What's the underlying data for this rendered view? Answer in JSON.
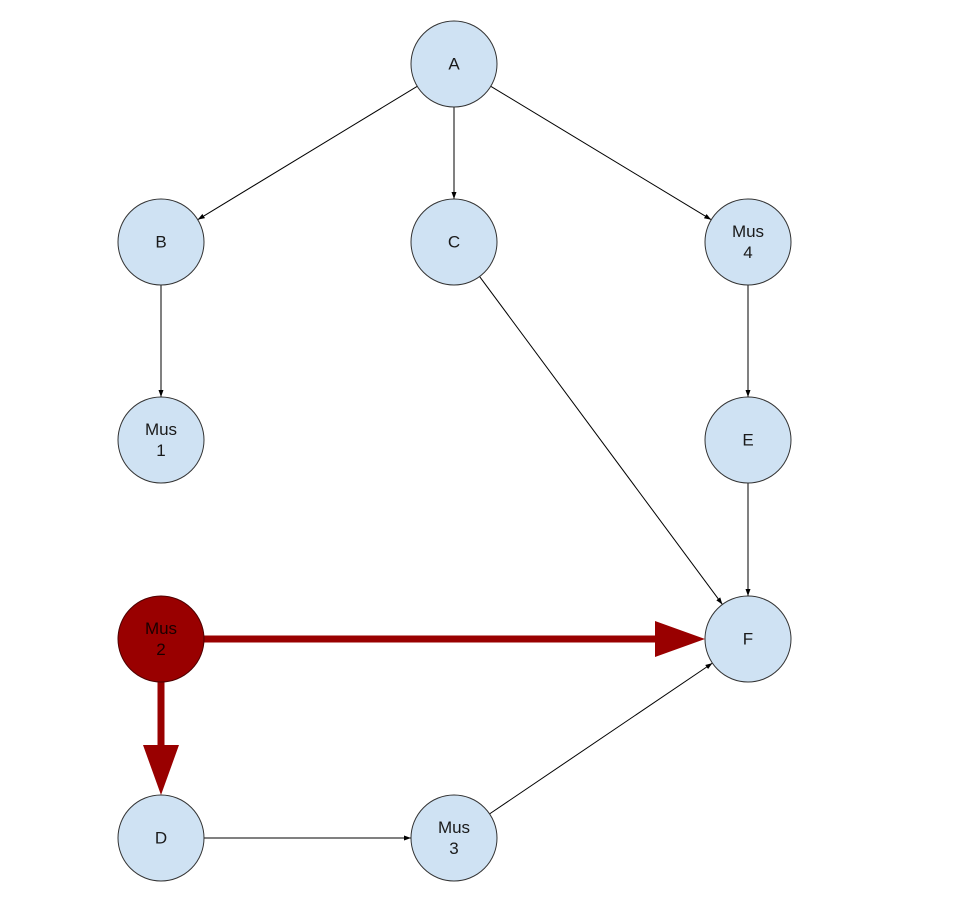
{
  "diagram": {
    "colors": {
      "node_fill": "#cfe2f3",
      "node_stroke": "#333333",
      "highlight_fill": "#990000",
      "highlight_stroke": "#4d0000",
      "edge": "#000000",
      "highlight_edge": "#990000"
    },
    "nodes": [
      {
        "id": "A",
        "lines": [
          "A"
        ],
        "highlight": false
      },
      {
        "id": "B",
        "lines": [
          "B"
        ],
        "highlight": false
      },
      {
        "id": "C",
        "lines": [
          "C"
        ],
        "highlight": false
      },
      {
        "id": "Mus4",
        "lines": [
          "Mus",
          "4"
        ],
        "highlight": false
      },
      {
        "id": "Mus1",
        "lines": [
          "Mus",
          "1"
        ],
        "highlight": false
      },
      {
        "id": "E",
        "lines": [
          "E"
        ],
        "highlight": false
      },
      {
        "id": "Mus2",
        "lines": [
          "Mus",
          "2"
        ],
        "highlight": true
      },
      {
        "id": "F",
        "lines": [
          "F"
        ],
        "highlight": false
      },
      {
        "id": "D",
        "lines": [
          "D"
        ],
        "highlight": false
      },
      {
        "id": "Mus3",
        "lines": [
          "Mus",
          "3"
        ],
        "highlight": false
      }
    ],
    "edges": [
      {
        "from": "A",
        "to": "B",
        "highlight": false
      },
      {
        "from": "A",
        "to": "C",
        "highlight": false
      },
      {
        "from": "A",
        "to": "Mus4",
        "highlight": false
      },
      {
        "from": "B",
        "to": "Mus1",
        "highlight": false
      },
      {
        "from": "C",
        "to": "F",
        "highlight": false
      },
      {
        "from": "Mus4",
        "to": "E",
        "highlight": false
      },
      {
        "from": "E",
        "to": "F",
        "highlight": false
      },
      {
        "from": "D",
        "to": "Mus3",
        "highlight": false
      },
      {
        "from": "Mus3",
        "to": "F",
        "highlight": false
      },
      {
        "from": "Mus2",
        "to": "F",
        "highlight": true
      },
      {
        "from": "Mus2",
        "to": "D",
        "highlight": true
      }
    ]
  }
}
